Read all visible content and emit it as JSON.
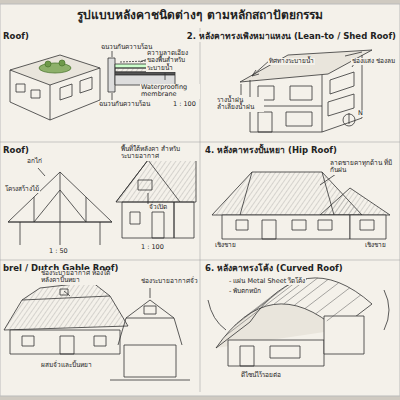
{
  "diagram": {
    "title": "รูปแบบหลังคาชนิดต่างๆ ตามหลักสถาปัตยกรรม",
    "labels": [
      "Roof)",
      "ฉนวนกันความร้อน",
      "ความลาดเอียง ของพื้นสำหรับระบายน้ำ",
      "Waterproofing membrane",
      "ฉนวนกันความร้อน",
      "1 : 100",
      "2. หลังคาทรงเพิงหมาแหงน (Lean-to / Shed Roof)",
      "ทิศทางระบายน้ำ",
      "ช่องแสง ช่องลม",
      "รางน้ำฝน ลำเลียงน้ำฝน",
      "N",
      "Roof)",
      "อกไก่",
      "โครงสร้างไม้",
      "พื้นที่ใต้หลังคา สำหรับระบายอากาศ",
      "จั่วเปิด",
      "1 : 50",
      "1 : 100",
      "4. หลังคาทรงปั้นหยา (Hip Roof)",
      "ลาดชายคาทุกด้าน ที่มีกันฝน",
      "เชิงชาย",
      "เชิงชาย",
      "brel / Dutch Gable Roof)",
      "ช่องระบายอากาศ ห้องใต้หลังคาปั้นหยา",
      "ช่องระบายอากาศจั่ว",
      "ผสมจั่วและปั้นหยา",
      "6. หลังคาทรงโค้ง (Curved Roof)",
      "- แผ่น Metal Sheet รีดโค้ง",
      "- พับตกหมัก",
      "ดีไซน์ไร้รอยต่อ"
    ]
  }
}
